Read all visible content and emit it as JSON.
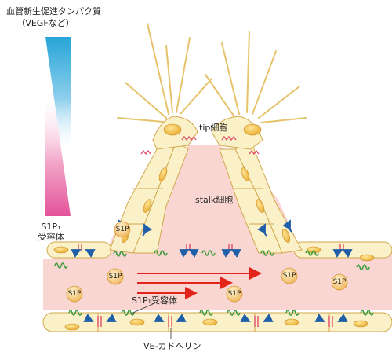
{
  "gradient_title_line1": "血管新生促進タンパク質",
  "gradient_title_line2": "（VEGFなど）",
  "gradient_bottom_line1": "S1P₁",
  "gradient_bottom_line2": "受容体",
  "tip_cell_label": "tip細胞",
  "stalk_cell_label": "stalk細胞",
  "s1p_label": "S1P",
  "s1p1_receptor_label": "S1P₁受容体",
  "ve_cadherin_label": "VE-カドヘリン",
  "colors": {
    "vegf_gradient": "#2aa7d9",
    "s1p1_gradient": "#e65a9a",
    "cell_fill": "#fbf1c8",
    "cell_stroke": "#d2a84c",
    "nucleus": "#f3c24f",
    "lumen": "#f9d4d1",
    "flow_arrow": "#e2241b",
    "receptor": "#3b9a3b",
    "signal_arrow": "#1f5fa8",
    "junction": "#e04c6a"
  }
}
